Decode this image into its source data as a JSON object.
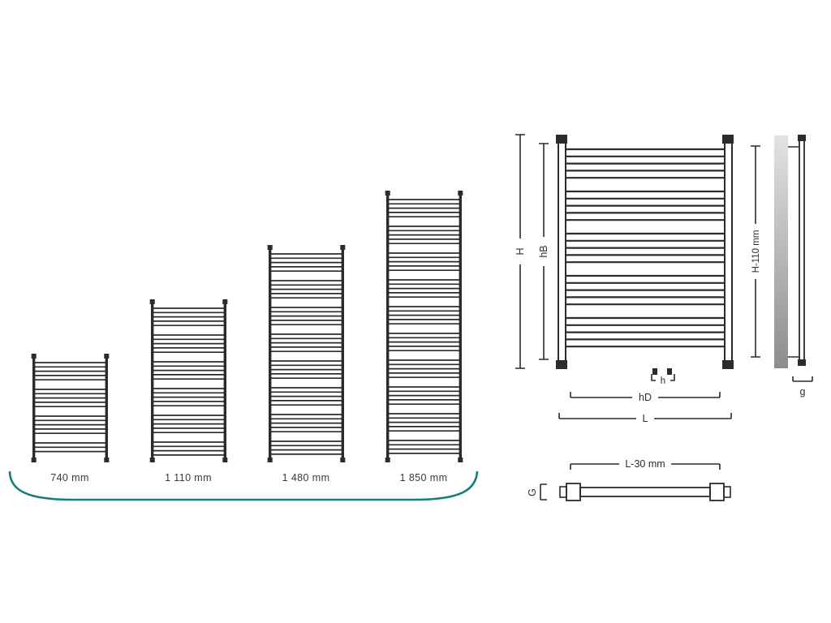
{
  "colors": {
    "accent": "#0e7f7a",
    "line": "#2b2b2b"
  },
  "product_sizes": [
    {
      "label": "740 mm"
    },
    {
      "label": "1 110 mm"
    },
    {
      "label": "1 480 mm"
    },
    {
      "label": "1 850 mm"
    }
  ],
  "dim_labels": {
    "height_total": "H",
    "height_b": "hB",
    "h_spacing": "h",
    "hd_width": "hD",
    "length": "L",
    "height_minus": "H-110 mm",
    "g_depth": "g",
    "length_minus": "L-30 mm",
    "g_cap": "G"
  }
}
